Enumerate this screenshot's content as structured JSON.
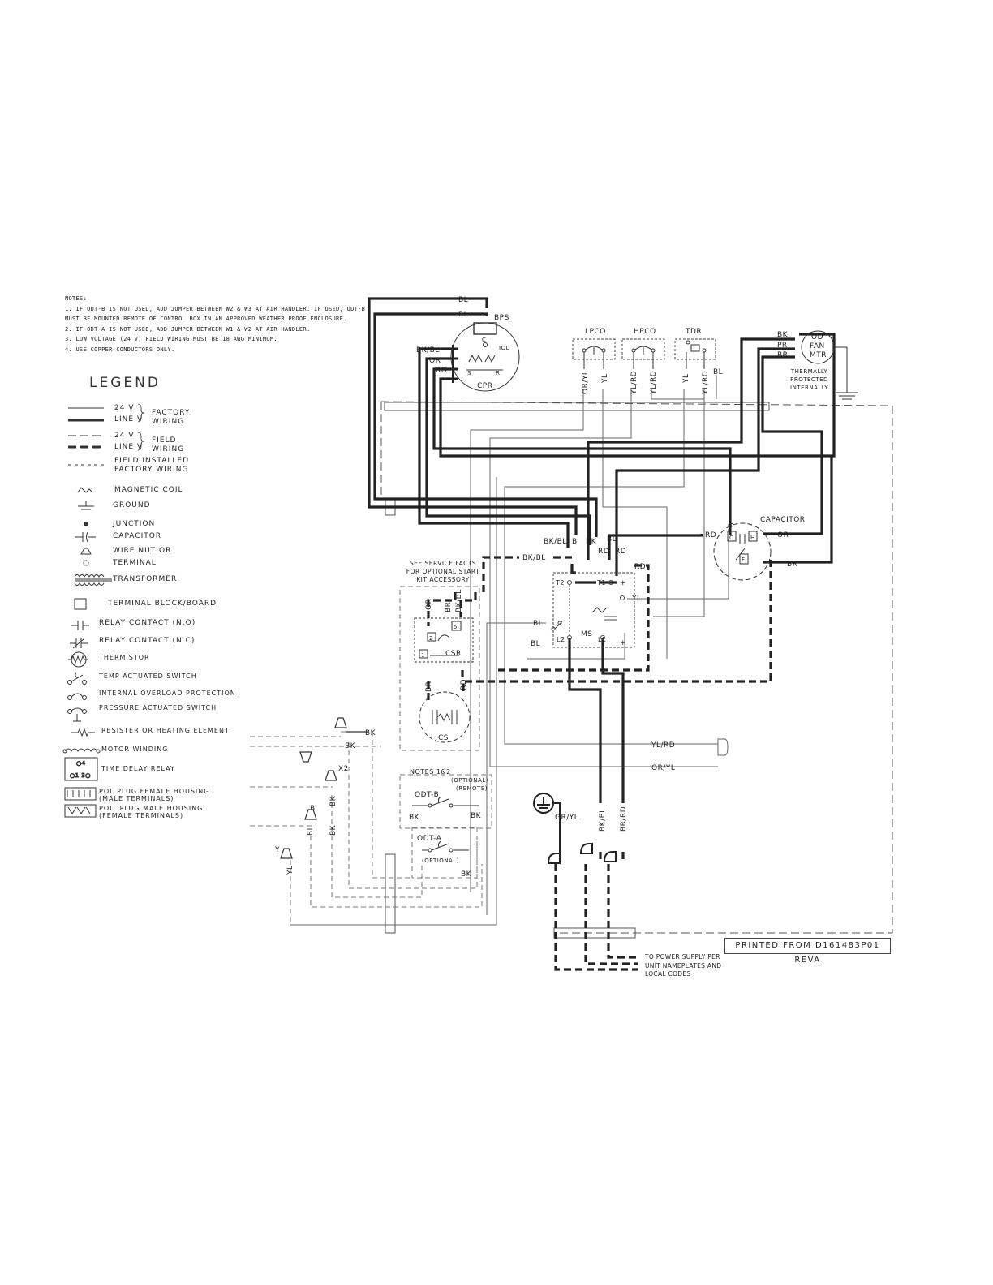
{
  "notes": {
    "heading": "NOTES:",
    "lines": [
      "1. IF ODT-B IS NOT USED, ADD JUMPER BETWEEN W2 & W3 AT AIR HANDLER. IF USED, ODT-B",
      "   MUST BE MOUNTED REMOTE OF CONTROL BOX IN AN APPROVED WEATHER PROOF ENCLOSURE.",
      "2. IF ODT-A IS NOT USED, ADD JUMPER BETWEEN W1 & W2 AT AIR HANDLER.",
      "3. LOW VOLTAGE (24 V) FIELD WIRING MUST BE 18 AWG MINIMUM.",
      "4. USE COPPER CONDUCTORS ONLY."
    ]
  },
  "legend": {
    "title": "LEGEND",
    "wiring": {
      "v24": "24 V",
      "line": "LINE V",
      "factory": "FACTORY WIRING",
      "field": "FIELD WIRING",
      "field_installed": "FIELD INSTALLED",
      "factory_wiring": "FACTORY WIRING"
    },
    "items": [
      "MAGNETIC COIL",
      "GROUND",
      "JUNCTION",
      "CAPACITOR",
      "WIRE NUT OR",
      "TERMINAL",
      "TRANSFORMER",
      "TERMINAL BLOCK/BOARD",
      "RELAY CONTACT (N.O)",
      "RELAY CONTACT (N.C)",
      "THERMISTOR",
      "TEMP ACTUATED SWITCH",
      "INTERNAL OVERLOAD PROTECTION",
      "PRESSURE ACTUATED SWITCH",
      "RESISTER OR HEATING ELEMENT",
      "MOTOR WINDING",
      "TIME DELAY RELAY",
      "POL.PLUG FEMALE HOUSING",
      "(MALE TERMINALS)",
      "POL. PLUG MALE HOUSING",
      "(FEMALE TERMINALS)"
    ]
  },
  "components": {
    "bps": "BPS",
    "cpr": "CPR",
    "iol": "IOL",
    "c": "C",
    "s": "S",
    "r": "R",
    "lpco": "LPCO",
    "hpco": "HPCO",
    "tdr": "TDR",
    "od_fan": "OD",
    "od_fan2": "FAN",
    "od_fan3": "MTR",
    "capacitor": "CAPACITOR",
    "ms": "MS",
    "csr": "CSR",
    "cs": "CS",
    "odt_b": "ODT-B",
    "odt_a": "ODT-A",
    "optional": "(OPTIONAL)",
    "remote": "(REMOTE)",
    "notes12": "NOTES 1&2",
    "x2": "X2"
  },
  "wires": {
    "bl": "BL",
    "bkbl": "BK/BL",
    "or": "OR",
    "rd": "RD",
    "bk": "BK",
    "pr": "PR",
    "br": "BR",
    "yl": "YL",
    "oryl": "OR/YL",
    "ylrd": "YL/RD",
    "bkbl2": "BK/BL",
    "brrd": "BR/RD",
    "gryl": "GR/YL",
    "b": "B",
    "y": "Y"
  },
  "terminals": {
    "t2": "T2",
    "t1": "T1",
    "l2": "L2",
    "l1": "L1",
    "plus": "+",
    "h": "H",
    "c": "C",
    "f": "F",
    "n2": "2",
    "n5": "5",
    "n1": "1"
  },
  "thermal_note": [
    "THERMALLY",
    "PROTECTED",
    "INTERNALLY"
  ],
  "service_note": [
    "SEE SERVICE FACTS",
    "FOR OPTIONAL START",
    "KIT ACCESSORY"
  ],
  "printed_from": "PRINTED FROM D161483P01 REVA",
  "power_note": [
    "TO POWER SUPPLY PER",
    "UNIT NAMEPLATES AND",
    "LOCAL CODES"
  ]
}
